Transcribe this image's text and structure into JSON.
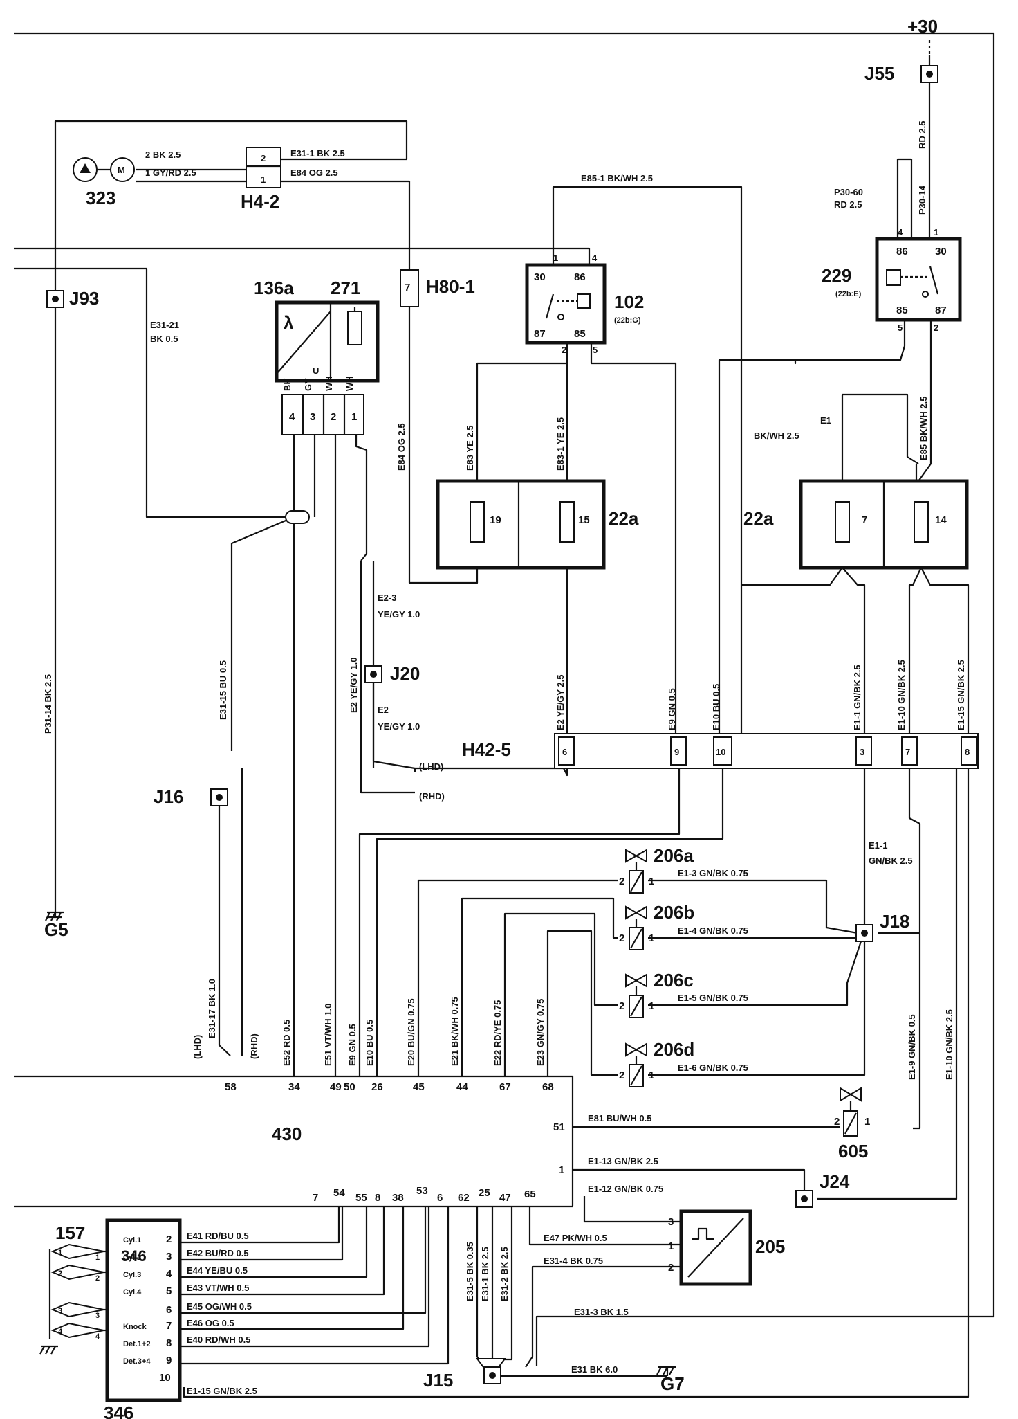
{
  "components": {
    "c323": "323",
    "h4_2": "H4-2",
    "j55": "J55",
    "plus30": "+30",
    "j93": "J93",
    "c136a": "136a",
    "c271": "271",
    "h80_1": "H80-1",
    "c102": "102",
    "c102_ref": "(22b:G)",
    "c229": "229",
    "c229_ref": "(22b:E)",
    "c22a_l": "22a",
    "c22a_r": "22a",
    "j20": "J20",
    "h42_5": "H42-5",
    "j16": "J16",
    "g5": "G5",
    "c206a": "206a",
    "c206b": "206b",
    "c206c": "206c",
    "c206d": "206d",
    "j18": "J18",
    "c430": "430",
    "c605": "605",
    "j24": "J24",
    "c157": "157",
    "c205": "205",
    "j15": "J15",
    "g7": "G7",
    "c346": "346"
  },
  "relay102": {
    "p30": "30",
    "p86": "86",
    "p87": "87",
    "p85": "85",
    "t1": "1",
    "t4": "4",
    "t2": "2",
    "t5": "5"
  },
  "relay229": {
    "p86": "86",
    "p30": "30",
    "p85": "85",
    "p87": "87",
    "t4": "4",
    "t1": "1",
    "t5": "5",
    "t2": "2"
  },
  "fuses": {
    "f19": "19",
    "f15": "15",
    "f7": "7",
    "f14": "14"
  },
  "connector_h4_2": {
    "p2": "2",
    "p1": "1"
  },
  "connector_h80": {
    "p7": "7"
  },
  "sensor_pins": {
    "p4": "4",
    "p3": "3",
    "p2": "2",
    "p1": "1",
    "c4": "BK",
    "c3": "GY",
    "c2": "WH",
    "c1": "WH"
  },
  "h42_pins": [
    "6",
    "9",
    "10",
    "3",
    "7",
    "8"
  ],
  "wires": {
    "m_bk": "2  BK  2.5",
    "m_gy": "1  GY/RD   2.5",
    "e31_1_top": "E31-1    BK  2.5",
    "e84_top": "E84  OG  2.5",
    "e85_1": "E85-1   BK/WH  2.5",
    "p30_60_a": "P30-60",
    "p30_60_b": "RD  2.5",
    "rd25": "RD 2.5",
    "p30_14": "P30-14",
    "e31_21_a": "E31-21",
    "e31_21_b": "BK  0.5",
    "e84_og": "E84  OG 2.5",
    "e83_ye": "E83  YE 2.5",
    "e83_1_ye": "E83-1  YE 2.5",
    "e1_a": "E1",
    "e1_b": "BK/WH   2.5",
    "e85_bkwh": "E85  BK/WH 2.5",
    "p31_14": "P31-14  BK 2.5",
    "e31_15": "E31-15  BU 0.5",
    "e2_ye_gy": "E2  YE/GY  1.0",
    "e2_3_a": "E2-3",
    "e2_3_b": "YE/GY    1.0",
    "e2_a": "E2",
    "e2_b": "YE/GY    1.0",
    "lhd": "(LHD)",
    "rhd": "(RHD)",
    "e2_yegy25": "E2  YE/GY 2.5",
    "e9_gn": "E9  GN 0.5",
    "e10_bu": "E10  BU 0.5",
    "e1_1_gnbk": "E1-1  GN/BK 2.5",
    "e1_10_gnbk": "E1-10  GN/BK 2.5",
    "e1_15_gnbk": "E1-15  GN/BK 2.5",
    "e1_1_b_a": "E1-1",
    "e1_1_b_b": "GN/BK    2.5",
    "e1_3": "E1-3       GN/BK   0.75",
    "e1_4": "E1-4       GN/BK   0.75",
    "e1_5": "E1-5       GN/BK   0.75",
    "e1_6": "E1-6       GN/BK   0.75",
    "e1_9": "E1-9  GN/BK 0.5",
    "e1_10_b": "E1-10  GN/BK 2.5",
    "e31_17": "E31-17  BK 1.0",
    "lhd_v": "(LHD)",
    "rhd_v": "(RHD)",
    "e52": "E52  RD 0.5",
    "e51": "E51  VT/WH 1.0",
    "e9b": "E9  GN 0.5",
    "e10b": "E10  BU 0.5",
    "e20": "E20  BU/GN 0.75",
    "e21": "E21  BK/WH 0.75",
    "e22": "E22  RD/YE 0.75",
    "e23": "E23  GN/GY 0.75",
    "e81": "E81    BU/WH    0.5",
    "e1_13": "E1-13    GN/BK    2.5",
    "e1_12": "E1-12    GN/BK    0.75",
    "e47": "E47   PK/WH   0.5",
    "e31_4": "E31-4     BK  0.75",
    "e31_3": "E31-3    BK   1.5",
    "e31_6": "E31    BK   6.0",
    "e31_5": "E31-5  BK 0.35",
    "e31_1_bot": "E31-1  BK 2.5",
    "e31_2": "E31-2  BK 2.5",
    "e41": "E41   RD/BU   0.5",
    "e42": "E42   BU/RD   0.5",
    "e44": "E44   YE/BU   0.5",
    "e43": "E43   VT/WH   0.5",
    "e45": "E45   OG/WH   0.5",
    "e46": "E46   OG  0.5",
    "e40": "E40   RD/WH   0.5",
    "e1_15_bot": "E1-15      GN/BK    2.5"
  },
  "ecu430": {
    "top_pins": [
      "58",
      "34",
      "49",
      "50",
      "26",
      "45",
      "44",
      "67",
      "68"
    ],
    "right_pins": [
      "51",
      "1"
    ],
    "bottom_pins": [
      "7",
      "54",
      "55",
      "8",
      "38",
      "53",
      "6",
      "62",
      "25",
      "47",
      "65"
    ]
  },
  "ign346": {
    "labels": [
      "Cyl.1",
      "Cyl.2",
      "Cyl.3",
      "Cyl.4",
      "Knock",
      "Det.1+2",
      "Det.3+4"
    ],
    "pins": [
      "2",
      "3",
      "4",
      "5",
      "6",
      "7",
      "8",
      "9",
      "10"
    ]
  },
  "coils157": [
    "1",
    "2",
    "3",
    "4"
  ],
  "valve_pins": {
    "a2": "2",
    "a1": "1",
    "b2": "2",
    "b1": "1",
    "c2": "2",
    "c1": "1",
    "d2": "2",
    "d1": "1",
    "v605_2": "2",
    "v605_1": "1"
  },
  "c205_pins": {
    "p3": "3",
    "p1": "1",
    "p2": "2"
  }
}
